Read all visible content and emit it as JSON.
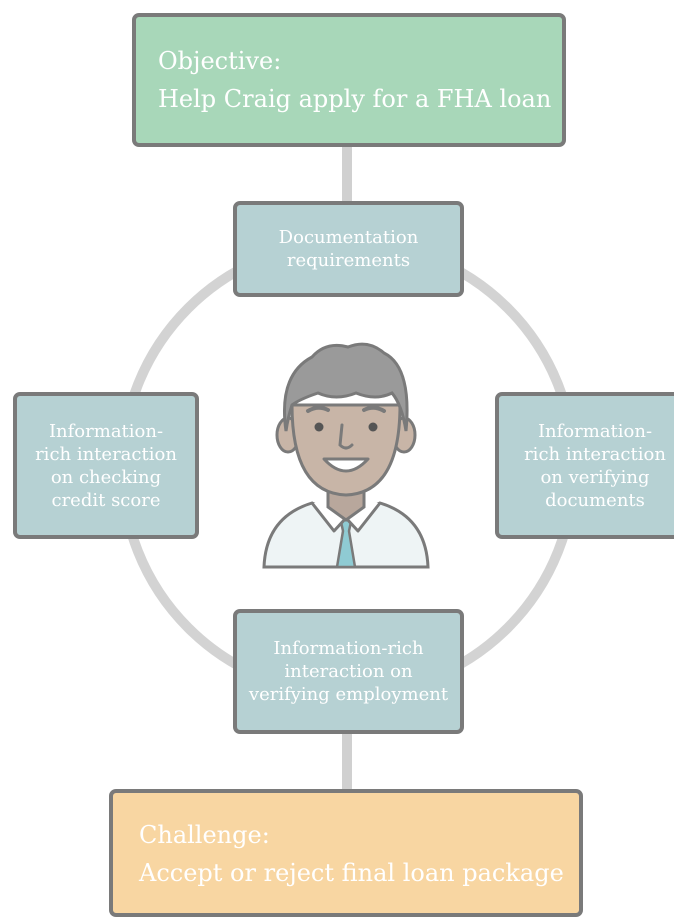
{
  "objective": {
    "heading": "Objective:",
    "text": "Help Craig apply for a FHA loan"
  },
  "nodes": {
    "top": [
      "Documentation",
      "requirements"
    ],
    "left": [
      "Information-",
      "rich interaction",
      "on checking",
      "credit score"
    ],
    "right": [
      "Information-",
      "rich interaction",
      "on verifying",
      "documents"
    ],
    "bottom": [
      "Information-rich",
      "interaction on",
      "verifying employment"
    ]
  },
  "challenge": {
    "heading": "Challenge:",
    "text": "Accept or reject final loan package"
  },
  "colors": {
    "objective_fill": "#a8d7b9",
    "node_fill": "#b6d1d3",
    "challenge_fill": "#f8d6a2",
    "border": "#7a7a7a",
    "connector": "#d0d0d0"
  },
  "avatar": "smiling-man-avatar-icon"
}
